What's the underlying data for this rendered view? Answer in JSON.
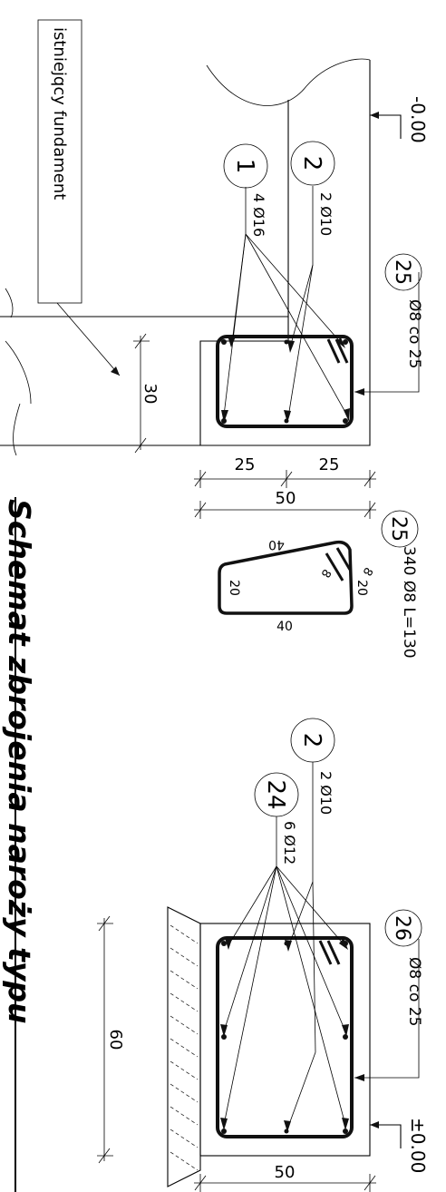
{
  "labels": {
    "existing_foundation": "istniejqcy fundament",
    "level_top": "-0.00",
    "level_bottom": "±0.00",
    "title": "Schemat zbrojenia naroży typu",
    "dim_30": "30",
    "dim_25a": "25",
    "dim_25b": "25",
    "dim_50_top": "50",
    "dim_60": "60",
    "dim_50_bottom": "50"
  },
  "markers": [
    {
      "number": "1",
      "spec": "4 Ø16"
    },
    {
      "number": "2",
      "spec": "2 Ø10"
    },
    {
      "number": "25",
      "spec": "Ø8  co  25"
    },
    {
      "number": "25",
      "spec": "340 Ø8  L=130"
    },
    {
      "number": "2",
      "spec": "2 Ø10"
    },
    {
      "number": "24",
      "spec": "6 Ø12"
    },
    {
      "number": "26",
      "spec": "Ø8  co  25"
    }
  ],
  "stirrup_dims": {
    "top": "40",
    "bottom": "40",
    "left": "20",
    "right": "20",
    "hook_a": "8",
    "hook_b": "8"
  }
}
